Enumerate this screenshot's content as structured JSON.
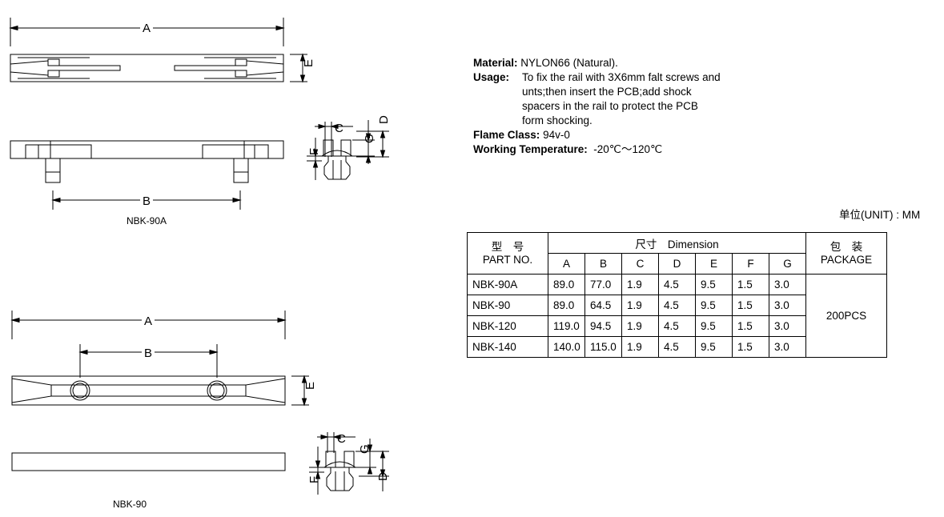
{
  "drawings": {
    "top": {
      "caption": "NBK-90A",
      "dim_labels": {
        "A": "A",
        "B": "B",
        "C": "C",
        "D": "D",
        "E": "E",
        "F": "F",
        "G": "G"
      }
    },
    "bottom": {
      "caption": "NBK-90",
      "dim_labels": {
        "A": "A",
        "B": "B",
        "C": "C",
        "D": "D",
        "E": "E",
        "F": "F",
        "G": "G"
      }
    }
  },
  "specs": {
    "material_label": "Material:",
    "material_value": "NYLON66 (Natural).",
    "usage_label": "Usage:",
    "usage_lines": [
      "To fix the rail with 3X6mm falt screws and",
      "unts;then insert the PCB;add shock",
      "spacers in the rail to protect the PCB",
      "form shocking."
    ],
    "flame_label": "Flame Class:",
    "flame_value": "94v-0",
    "temp_label": "Working Temperature:",
    "temp_value": "-20℃～120℃"
  },
  "table": {
    "unit_note": "单位(UNIT) : MM",
    "part_header_cn": "型　号",
    "part_header_en": "PART NO.",
    "dimension_header": "尺寸　Dimension",
    "package_header_cn": "包　装",
    "package_header_en": "PACKAGE",
    "columns": [
      "A",
      "B",
      "C",
      "D",
      "E",
      "F",
      "G"
    ],
    "rows": [
      {
        "part": "NBK-90A",
        "values": [
          "89.0",
          "77.0",
          "1.9",
          "4.5",
          "9.5",
          "1.5",
          "3.0"
        ]
      },
      {
        "part": "NBK-90",
        "values": [
          "89.0",
          "64.5",
          "1.9",
          "4.5",
          "9.5",
          "1.5",
          "3.0"
        ]
      },
      {
        "part": "NBK-120",
        "values": [
          "119.0",
          "94.5",
          "1.9",
          "4.5",
          "9.5",
          "1.5",
          "3.0"
        ]
      },
      {
        "part": "NBK-140",
        "values": [
          "140.0",
          "115.0",
          "1.9",
          "4.5",
          "9.5",
          "1.5",
          "3.0"
        ]
      }
    ],
    "package_value": "200PCS"
  }
}
